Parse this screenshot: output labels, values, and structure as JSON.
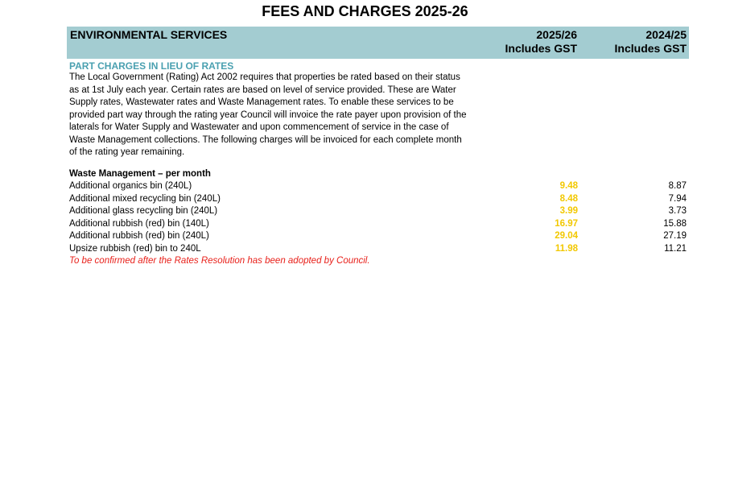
{
  "page_title": "FEES AND CHARGES 2025-26",
  "header": {
    "section": "ENVIRONMENTAL SERVICES",
    "col_current_year": "2025/26",
    "col_current_gst": "Includes GST",
    "col_prior_year": "2024/25",
    "col_prior_gst": "Includes GST"
  },
  "subheading": "PART CHARGES IN LIEU OF RATES",
  "intro": "The Local Government (Rating) Act 2002 requires that properties be rated based on their status as at 1st July each year. Certain rates are based on level of service provided. These are Water Supply rates, Wastewater rates and Waste Management rates. To enable these services to be provided part way through the rating year Council will invoice the rate payer upon provision of the laterals for Water Supply and Wastewater and upon commencement of service in the case of Waste Management collections. The following charges will be invoiced for each complete month of the rating year remaining.",
  "group_heading": "Waste Management – per month",
  "rows": [
    {
      "label": "Additional organics bin (240L)",
      "current": "9.48",
      "prior": "8.87"
    },
    {
      "label": "Additional mixed recycling bin (240L)",
      "current": "8.48",
      "prior": "7.94"
    },
    {
      "label": "Additional glass recycling bin (240L)",
      "current": "3.99",
      "prior": "3.73"
    },
    {
      "label": "Additional rubbish (red) bin (140L)",
      "current": "16.97",
      "prior": "15.88"
    },
    {
      "label": "Additional rubbish (red) bin (240L)",
      "current": "29.04",
      "prior": "27.19"
    },
    {
      "label": "Upsize rubbish (red) bin to 240L",
      "current": "11.98",
      "prior": "11.21"
    }
  ],
  "note": "To be confirmed after the Rates Resolution has been adopted by Council.",
  "colors": {
    "header_band": "#a3ccd1",
    "subheading": "#4aa0b0",
    "current_values": "#f2c800",
    "note": "#e8201a"
  }
}
